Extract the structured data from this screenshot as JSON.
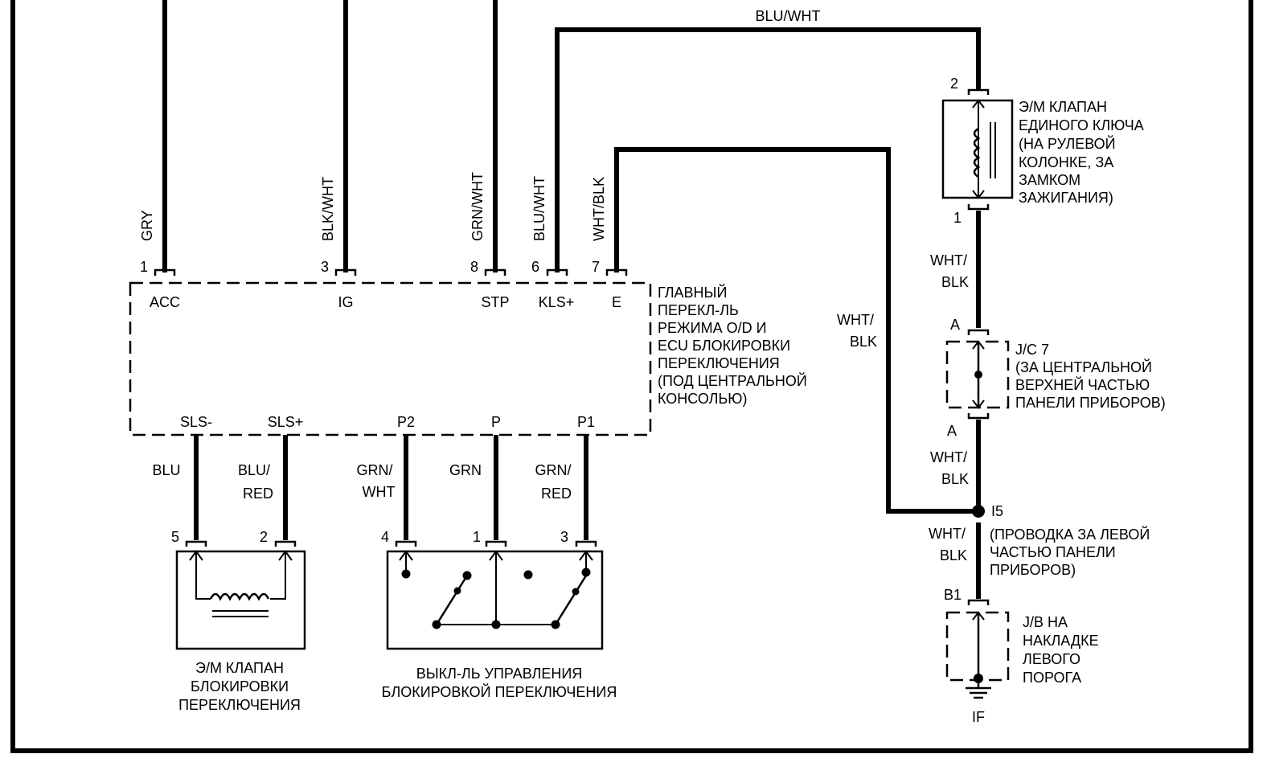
{
  "wires": {
    "gry": "GRY",
    "blk_wht": "BLK/WHT",
    "grn_wht": "GRN/WHT",
    "blu_wht": "BLU/WHT",
    "wht_blk": "WHT/BLK",
    "blu_wht_top": "BLU/WHT",
    "wht_blk_mid": [
      "WHT/",
      "BLK"
    ],
    "wht_blk_right1": [
      "WHT/",
      "BLK"
    ],
    "wht_blk_right2": [
      "WHT/",
      "BLK"
    ],
    "wht_blk_right3": [
      "WHT/",
      "BLK"
    ],
    "blu": "BLU",
    "blu_red": [
      "BLU/",
      "RED"
    ],
    "grn_wht_bottom": [
      "GRN/",
      "WHT"
    ],
    "grn": "GRN",
    "grn_red": [
      "GRN/",
      "RED"
    ]
  },
  "pins": {
    "acc": "1",
    "ig": "3",
    "stp": "8",
    "kls": "6",
    "e": "7",
    "solenoid_top": "2",
    "solenoid_bottom": "1",
    "jc_top": "A",
    "jc_bottom": "A",
    "jb": "B1",
    "lock_sol_left": "5",
    "lock_sol_right": "2",
    "switch_left": "4",
    "switch_mid": "1",
    "switch_right": "3"
  },
  "terminals": {
    "acc": "ACC",
    "ig": "IG",
    "stp": "STP",
    "kls": "KLS+",
    "e": "E",
    "sls_minus": "SLS-",
    "sls_plus": "SLS+",
    "p2": "P2",
    "p": "P",
    "p1": "P1"
  },
  "components": {
    "ecu": [
      "ГЛАВНЫЙ",
      "ПЕРЕКЛ-ЛЬ",
      "РЕЖИМА O/D И",
      "ECU БЛОКИРОВКИ",
      "ПЕРЕКЛЮЧЕНИЯ",
      "(ПОД ЦЕНТРАЛЬНОЙ",
      "КОНСОЛЬЮ)"
    ],
    "key_solenoid": [
      "Э/М КЛАПАН",
      "ЕДИНОГО КЛЮЧА",
      "(НА РУЛЕВОЙ",
      "КОЛОНКЕ, ЗА",
      "ЗАМКОМ",
      "ЗАЖИГАНИЯ)"
    ],
    "jc7": [
      "J/C 7",
      "(ЗА ЦЕНТРАЛЬНОЙ",
      "ВЕРХНЕЙ ЧАСТЬЮ",
      "ПАНЕЛИ ПРИБОРОВ)"
    ],
    "splice_id": "I5",
    "splice_note": [
      "(ПРОВОДКА ЗА ЛЕВОЙ",
      "ЧАСТЬЮ ПАНЕЛИ",
      "ПРИБОРОВ)"
    ],
    "jb": [
      "J/B НА",
      "НАКЛАДКЕ",
      "ЛЕВОГО",
      "ПОРОГА"
    ],
    "ground": "IF",
    "lock_solenoid": [
      "Э/М КЛАПАН",
      "БЛОКИРОВКИ",
      "ПЕРЕКЛЮЧЕНИЯ"
    ],
    "lock_switch": [
      "ВЫКЛ-ЛЬ УПРАВЛЕНИЯ",
      "БЛОКИРОВКОЙ ПЕРЕКЛЮЧЕНИЯ"
    ]
  }
}
